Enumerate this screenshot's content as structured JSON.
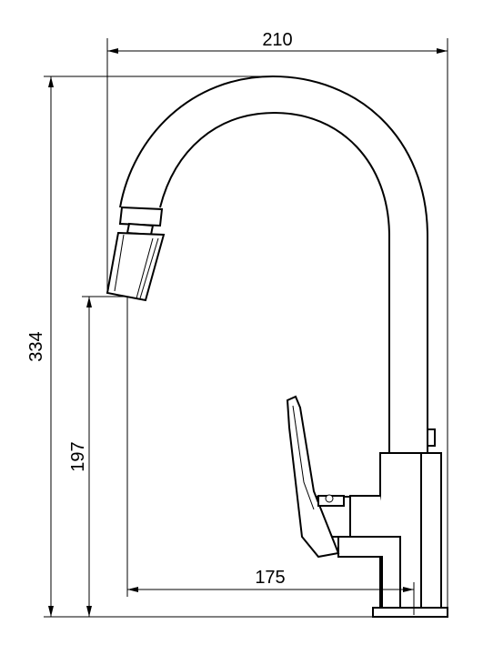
{
  "dimensions": {
    "width_total": "210",
    "height_total": "334",
    "spout_height": "197",
    "reach": "175"
  },
  "colors": {
    "line": "#000000",
    "background": "#ffffff"
  }
}
